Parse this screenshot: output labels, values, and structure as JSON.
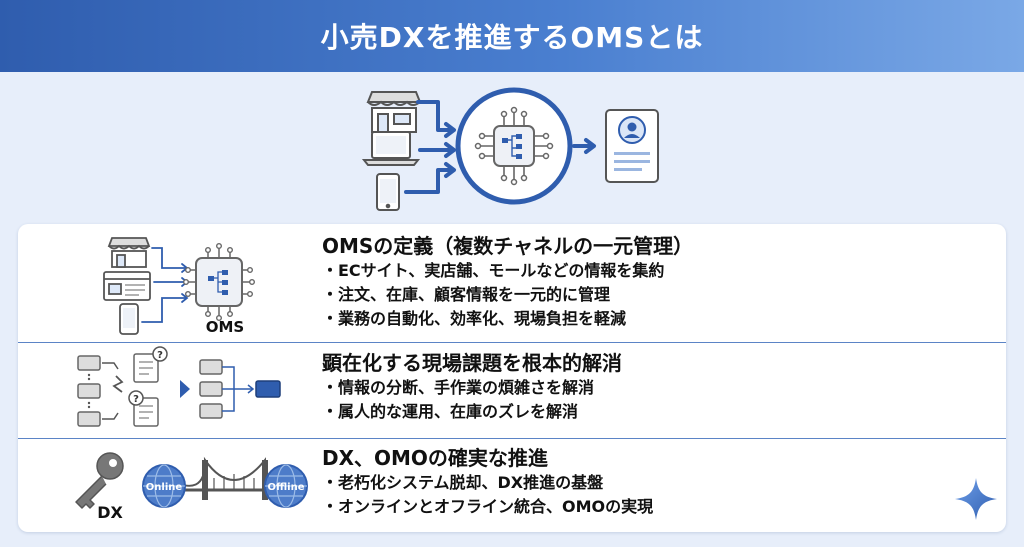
{
  "header": {
    "title": "小売DXを推進するOMSとは"
  },
  "colors": {
    "header_start": "#2f5dae",
    "header_end": "#7aa8e6",
    "accent": "#2f5dae",
    "background": "#e7eefa",
    "divider": "#5b84c6"
  },
  "hero": {
    "icons": [
      "store-icon",
      "laptop-icon",
      "smartphone-icon",
      "oms-hub-icon",
      "customer-profile-icon"
    ]
  },
  "sections": [
    {
      "title": "OMSの定義（複数チャネルの一元管理）",
      "bullets": [
        "・ECサイト、実店舗、モールなどの情報を集約",
        "・注文、在庫、顧客情報を一元的に管理",
        "・業務の自動化、効率化、現場負担を軽減"
      ],
      "icon_label": "OMS"
    },
    {
      "title": "顕在化する現場課題を根本的解消",
      "bullets": [
        "・情報の分断、手作業の煩雑さを解消",
        "・属人的な運用、在庫のズレを解消"
      ]
    },
    {
      "title": "DX、OMOの確実な推進",
      "bullets": [
        "・老朽化システム脱却、DX推進の基盤",
        "・オンラインとオフライン統合、OMOの実現"
      ],
      "key_label": "DX",
      "bridge_left": "Online",
      "bridge_right": "Offline"
    }
  ]
}
